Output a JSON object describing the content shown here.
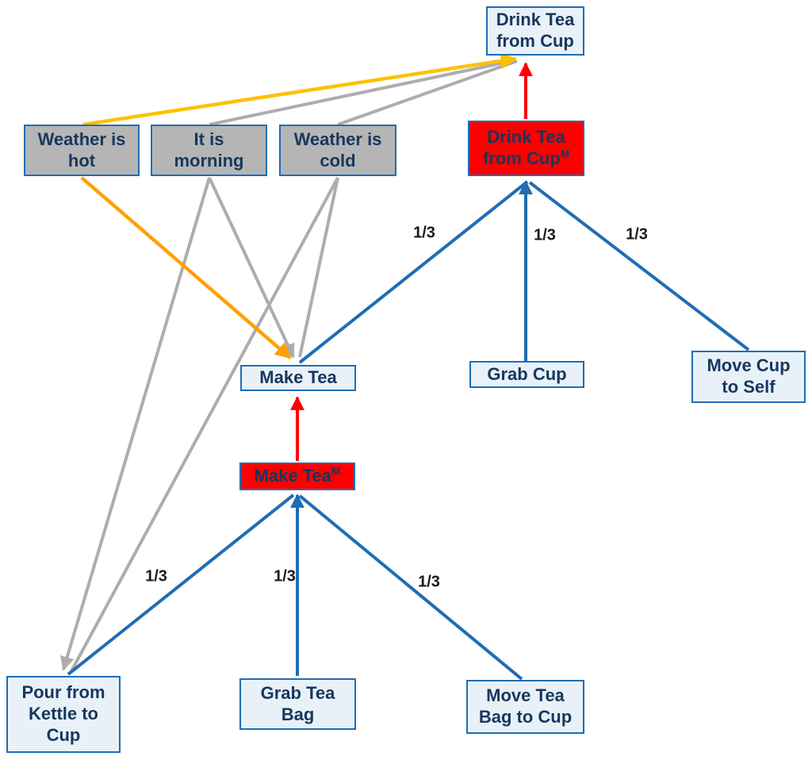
{
  "diagram": {
    "nodes": {
      "drink_tea_top": {
        "label": "Drink Tea\nfrom Cup",
        "type": "task"
      },
      "weather_hot": {
        "label": "Weather is\nhot",
        "type": "condition"
      },
      "it_is_morning": {
        "label": "It is\nmorning",
        "type": "condition"
      },
      "weather_cold": {
        "label": "Weather is\ncold",
        "type": "condition"
      },
      "drink_tea_method": {
        "label": "Drink Tea\nfrom Cup",
        "sup": "M",
        "type": "method"
      },
      "make_tea": {
        "label": "Make Tea",
        "type": "task"
      },
      "grab_cup": {
        "label": "Grab Cup",
        "type": "task"
      },
      "move_cup_to_self": {
        "label": "Move Cup\nto Self",
        "type": "task"
      },
      "make_tea_method": {
        "label": "Make Tea",
        "sup": "M",
        "type": "method"
      },
      "pour_kettle": {
        "label": "Pour from\nKettle to\nCup",
        "type": "task"
      },
      "grab_tea_bag": {
        "label": "Grab Tea\nBag",
        "type": "task"
      },
      "move_tea_bag": {
        "label": "Move Tea\nBag to Cup",
        "type": "task"
      }
    },
    "edge_labels": [
      "1/3",
      "1/3",
      "1/3",
      "1/3",
      "1/3",
      "1/3"
    ],
    "colors": {
      "task_fill": "#E9F1F8",
      "condition_fill": "#B5B5B5",
      "method_fill": "#FF0000",
      "node_border": "#1F6DB3",
      "node_text": "#17375E",
      "edge_blue": "#1F6DB3",
      "edge_gray": "#ADADAD",
      "edge_yellow": "#FFC000",
      "edge_orange": "#FFA000",
      "edge_red": "#FF0000",
      "edge_label_text": "#1A1A1A"
    }
  }
}
